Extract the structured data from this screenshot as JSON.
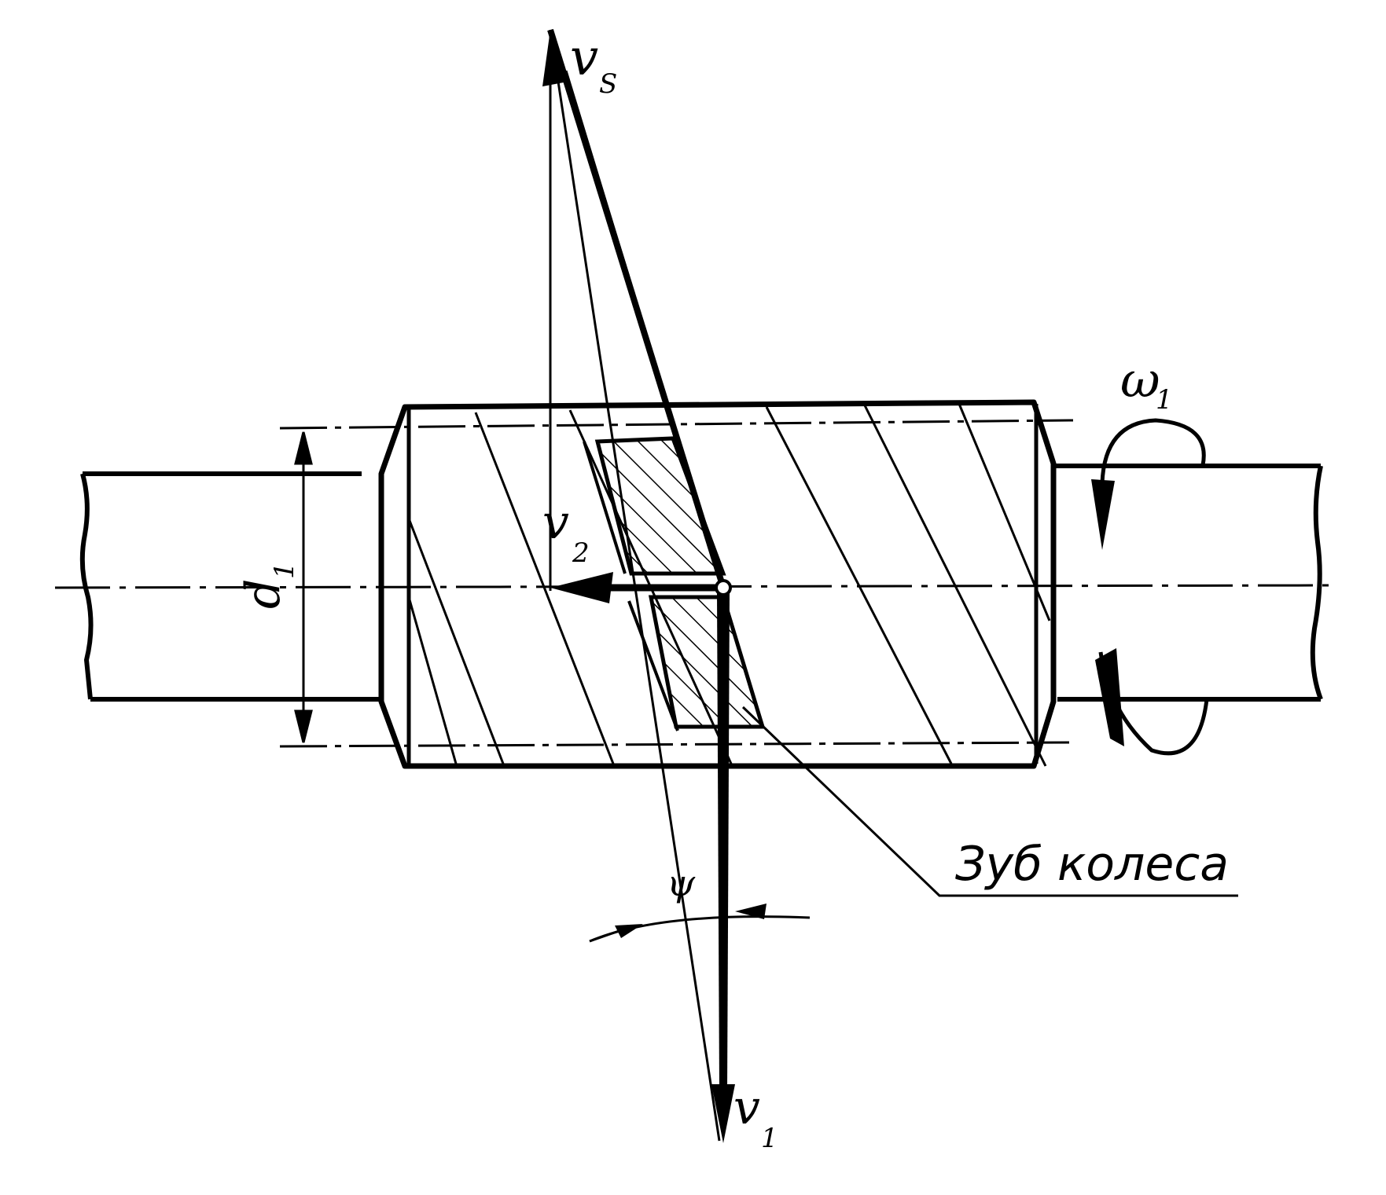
{
  "labels": {
    "vs": "v",
    "vs_sub": "S",
    "v2": "v",
    "v2_sub": "2",
    "v1": "v",
    "v1_sub": "1",
    "d1": "d",
    "d1_sub": "1",
    "omega1": "ω",
    "omega1_sub": "1",
    "psi": "ψ",
    "tooth": "Зуб колеса"
  },
  "colors": {
    "ink": "#000000",
    "paper": "#ffffff"
  }
}
